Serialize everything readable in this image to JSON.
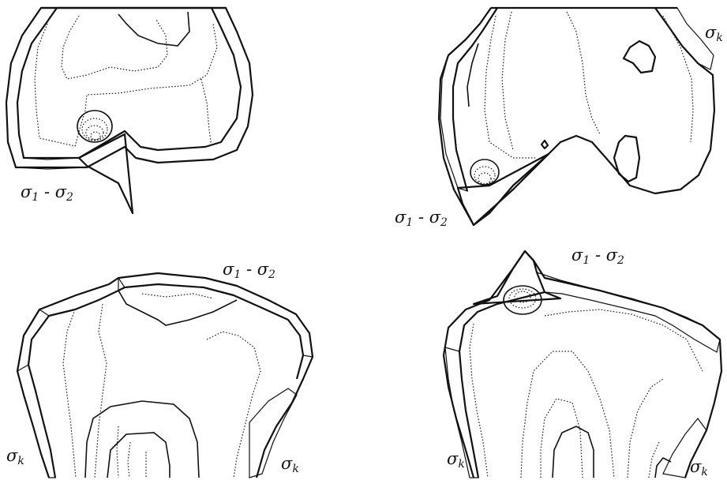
{
  "figure": {
    "panels": [
      {
        "id": "top-left",
        "labels": [
          {
            "symbol": "σ",
            "sub": "1",
            "mid": " - ",
            "symbol2": "σ",
            "sub2": "2"
          }
        ]
      },
      {
        "id": "top-right",
        "labels": [
          {
            "symbol": "σ",
            "sub": "k"
          },
          {
            "symbol": "σ",
            "sub": "1",
            "mid": " - ",
            "symbol2": "σ",
            "sub2": "2"
          }
        ]
      },
      {
        "id": "bottom-left",
        "labels": [
          {
            "symbol": "σ",
            "sub": "1",
            "mid": " - ",
            "symbol2": "σ",
            "sub2": "2"
          },
          {
            "symbol": "σ",
            "sub": "k"
          },
          {
            "symbol": "σ",
            "sub": "k"
          }
        ]
      },
      {
        "id": "bottom-right",
        "labels": [
          {
            "symbol": "σ",
            "sub": "1",
            "mid": " - ",
            "symbol2": "σ",
            "sub2": "2"
          },
          {
            "symbol": "σ",
            "sub": "k"
          },
          {
            "symbol": "σ",
            "sub": "k"
          }
        ]
      }
    ]
  }
}
